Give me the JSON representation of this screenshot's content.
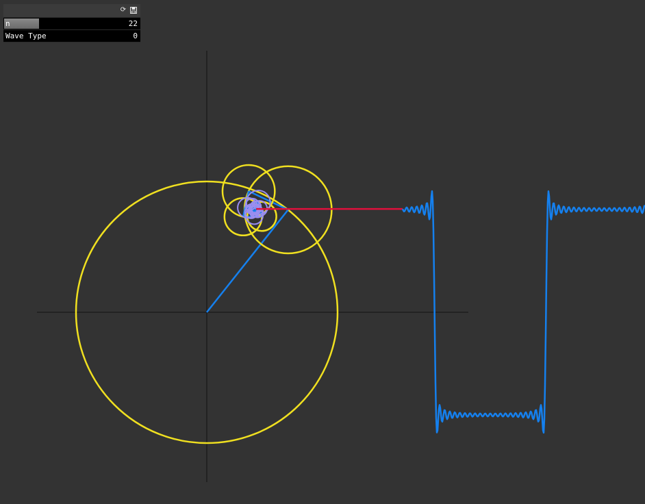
{
  "gui": {
    "icons": {
      "reset": "refresh-icon",
      "save": "save-icon"
    },
    "params": [
      {
        "name": "n",
        "value": "22",
        "fraction": 0.26
      },
      {
        "name": "Wave Type",
        "value": "0"
      }
    ]
  },
  "simulation": {
    "terms": 22,
    "wave_type": 0,
    "phase_radians": 0.9,
    "colors": {
      "background": "#333333",
      "axes": "#111111",
      "circle": "#f0e020",
      "small_circle": "#9a8ef0",
      "radius_line": "#1580ee",
      "connector": "#e0103c",
      "wave": "#1580ee"
    }
  }
}
